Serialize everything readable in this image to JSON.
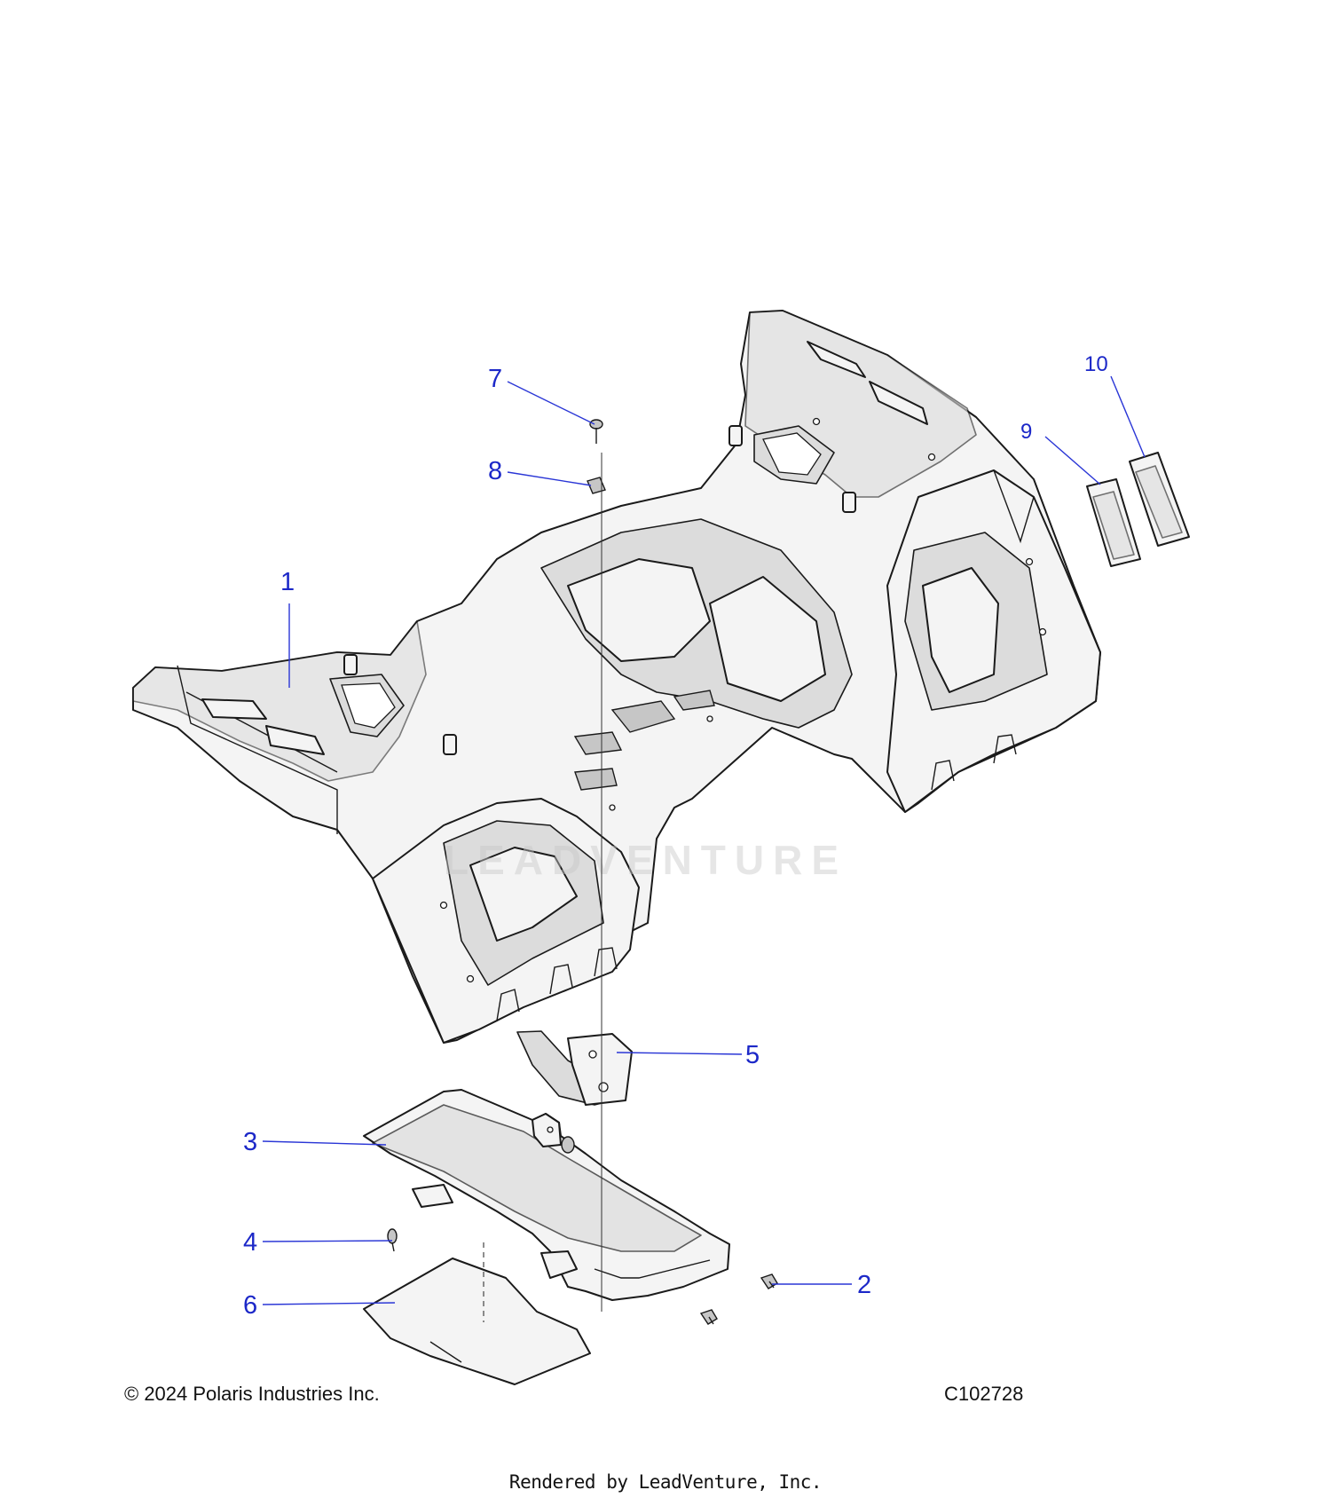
{
  "callouts": [
    {
      "number": "1"
    },
    {
      "number": "2"
    },
    {
      "number": "3"
    },
    {
      "number": "4"
    },
    {
      "number": "5"
    },
    {
      "number": "6"
    },
    {
      "number": "7"
    },
    {
      "number": "8"
    },
    {
      "number": "9"
    },
    {
      "number": "10"
    }
  ],
  "watermark": "LEADVENTURE",
  "footer": {
    "copyright": "© 2024 Polaris Industries Inc.",
    "diagram_id": "C102728",
    "rendered_by": "Rendered by LeadVenture, Inc."
  }
}
